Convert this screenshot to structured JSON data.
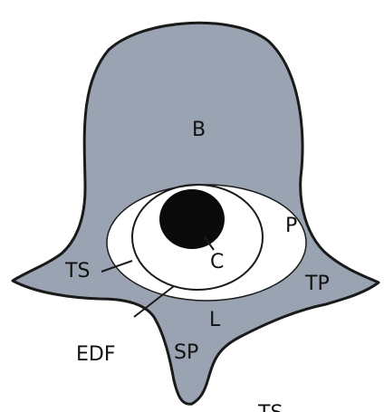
{
  "labels": {
    "body": "B",
    "pedicle": "P",
    "cord": "C",
    "thecal_sac": "TS",
    "transverse_process": "TP",
    "lamina": "L",
    "epidural_fat": "EDF",
    "spinous_process": "SP",
    "bottom_cut": "TS"
  },
  "colors": {
    "bone": "#9aa3b1",
    "outline": "#1a1a1a",
    "canal": "#ffffff",
    "cord": "#0a0a0a"
  }
}
